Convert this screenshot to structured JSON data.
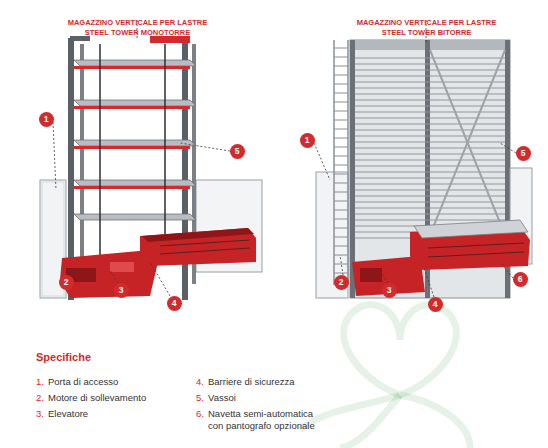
{
  "diagram": {
    "nodes": [
      {
        "text": [
          "1"
        ]
      },
      {
        "text": [
          "5"
        ]
      },
      {
        "text": [
          "2"
        ]
      },
      {
        "text": [
          "3"
        ]
      },
      {
        "text": [
          "4"
        ]
      },
      {
        "text": [
          "1"
        ]
      },
      {
        "text": [
          "5"
        ]
      },
      {
        "text": [
          "2"
        ]
      },
      {
        "text": [
          "3"
        ]
      },
      {
        "text": [
          "4"
        ]
      },
      {
        "text": [
          "6"
        ]
      }
    ],
    "labels": [
      "MAGAZZINO VERTICALE PER LASTRE STEEL TOWER MONOTORRE",
      "MAGAZZINO VERTICALE PER LASTRE STEEL TOWER BITORRE",
      "Specifiche",
      "1.",
      "Porta di accesso",
      "2.",
      "Motore di sollevamento",
      "3.",
      "Elevatore",
      "4.",
      "Barriere di sicurezza",
      "5.",
      "Vassoi",
      "6.",
      "Navetta semi-automatica con pantografo opzionale"
    ]
  }
}
